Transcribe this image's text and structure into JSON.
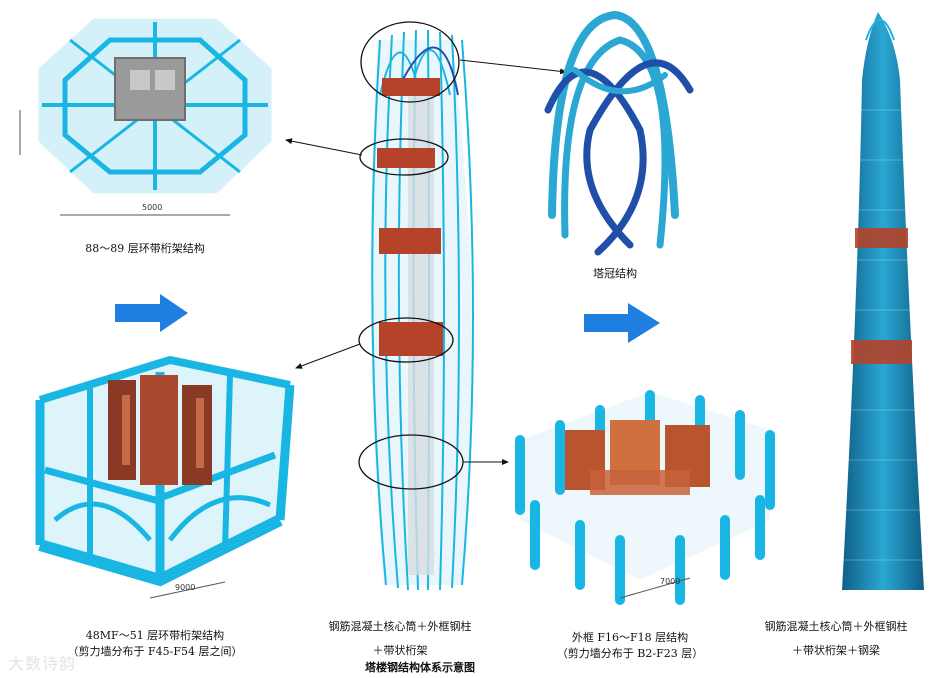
{
  "colors": {
    "steel_blue": "#19b6e3",
    "dark_blue": "#1f4fa8",
    "core_red": "#b5432a",
    "core_gray": "#9a9a9a",
    "arrow_blue": "#1f7fe0",
    "leader_black": "#111111"
  },
  "captions": {
    "top_left": "88～89 层环带桁架结构",
    "crown": "塔冠结构",
    "bottom_left_line1": "48MF～51 层环带桁架结构",
    "bottom_left_line2": "（剪力墙分布于 F45-F54 层之间）",
    "center_line1": "钢筋混凝土核心筒＋外框钢柱",
    "center_line2": "＋带状桁架",
    "bottom_right_line1": "外框 F16～F18 层结构",
    "bottom_right_line2": "（剪力墙分布于 B2-F23 层）",
    "far_right_line1": "钢筋混凝土核心筒＋外框钢柱",
    "far_right_line2": "＋带状桁架＋钢梁",
    "figure_title": "塔楼钢结构体系示意图"
  },
  "watermark": "大数诗韵",
  "icons": {
    "flow_arrow_left": "right-arrow-icon",
    "flow_arrow_right": "right-arrow-icon"
  },
  "dimension_labels": {
    "top_left_span": "5000",
    "bottom_left_span": "9000",
    "bottom_right_span": "7000"
  }
}
